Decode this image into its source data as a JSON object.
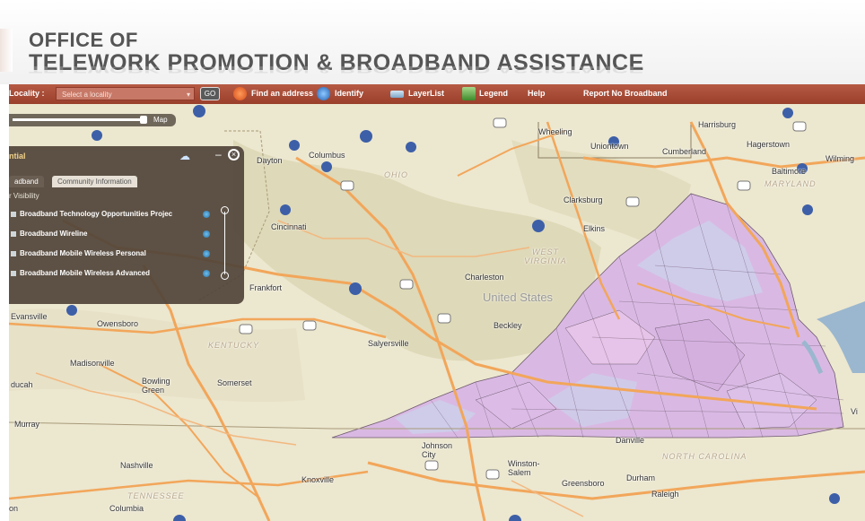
{
  "header": {
    "title_line1": "OFFICE OF",
    "title_line2": "TELEWORK PROMOTION & BROADBAND ASSISTANCE"
  },
  "toolbar": {
    "locality_label": "Locality :",
    "locality_select": "Select a locality",
    "go_label": "GO",
    "find_address": "Find an address",
    "identify": "Identify",
    "layer_list": "LayerList",
    "legend": "Legend",
    "help": "Help",
    "report": "Report No Broadband"
  },
  "zoom": {
    "label": "Map"
  },
  "panel": {
    "title": "ntial",
    "tabs": [
      "adband",
      "Community Information"
    ],
    "visibility_label": "r Visibility",
    "layers": [
      "Broadband Technology Opportunities Projec",
      "Broadband Wireline",
      "Broadband Mobile Wireless Personal",
      "Broadband Mobile Wireless Advanced"
    ]
  },
  "map_labels": {
    "harrisburg": "Harrisburg",
    "wilming": "Wilming",
    "wheeling": "Wheeling",
    "uniontown": "Uniontown",
    "hagerstown": "Hagerstown",
    "maryland": "MARYLAND",
    "baltimore": "Baltimore",
    "cumberland": "Cumberland",
    "dayton": "Dayton",
    "columbus": "Columbus",
    "ohio": "OHIO",
    "clarksburg": "Clarksburg",
    "elkins": "Elkins",
    "cincinnati": "Cincinnati",
    "west_virginia": "WEST VIRGINIA",
    "charleston": "Charleston",
    "united_states": "United States",
    "frankfort": "Frankfort",
    "beckley": "Beckley",
    "evansville": "Evansville",
    "owensboro": "Owensboro",
    "kentucky": "KENTUCKY",
    "salyersville": "Salyersville",
    "madisonville": "Madisonville",
    "bowling_green": "Bowling Green",
    "somerset": "Somerset",
    "ducah": "ducah",
    "murray": "Murray",
    "danville": "Danville",
    "north_carolina": "NORTH CAROLINA",
    "johnson_city": "Johnson City",
    "winston_salem": "Winston-Salem",
    "durham": "Durham",
    "greensboro": "Greensboro",
    "raleigh": "Raleigh",
    "nashville": "Nashville",
    "tennessee": "TENNESSEE",
    "knoxville": "Knoxville",
    "columbia": "Columbia",
    "on": "on",
    "vi": "Vi"
  }
}
